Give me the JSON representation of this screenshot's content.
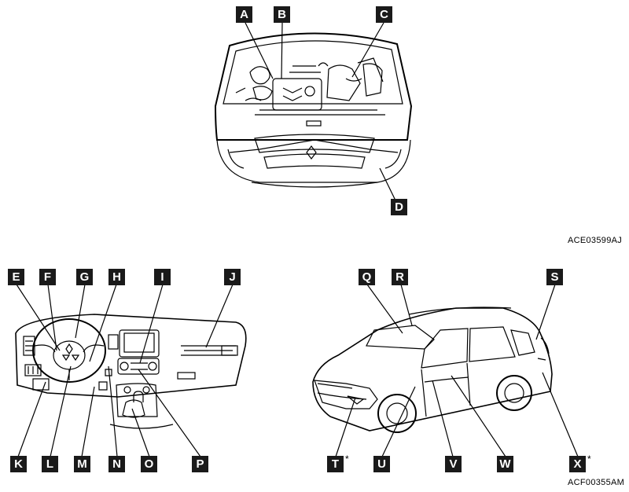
{
  "engine_labels": {
    "a": "A",
    "b": "B",
    "c": "C",
    "d": "D"
  },
  "engine_figure_code": "ACE03599AJ",
  "interior_labels": {
    "e": "E",
    "f": "F",
    "g": "G",
    "h": "H",
    "i": "I",
    "j": "J",
    "k": "K",
    "l": "L",
    "m": "M",
    "n": "N",
    "o": "O",
    "p": "P"
  },
  "exterior_labels": {
    "q": "Q",
    "r": "R",
    "s": "S",
    "t": "T",
    "u": "U",
    "v": "V",
    "w": "W",
    "x": "X"
  },
  "asterisk": "*",
  "vehicle_figure_code": "ACF00355AM",
  "colors": {
    "line": "#000000",
    "label_bg": "#1a1a1a",
    "label_text": "#ffffff"
  }
}
